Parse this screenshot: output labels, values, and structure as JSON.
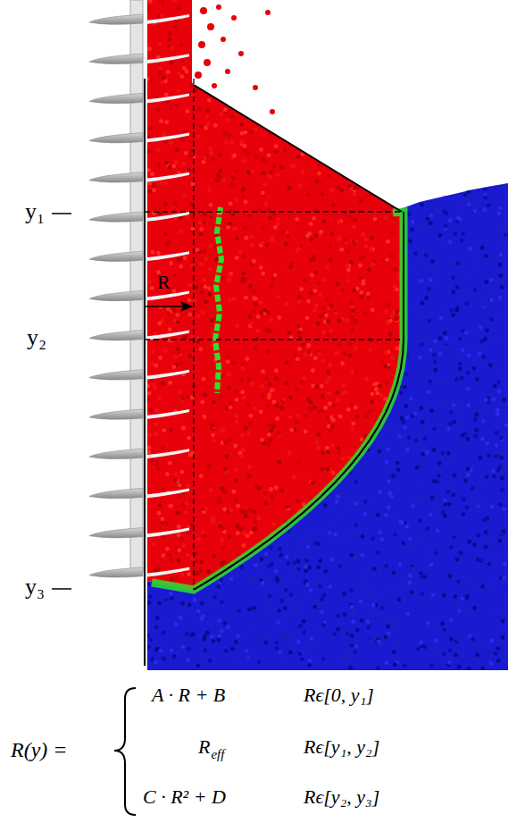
{
  "diagram": {
    "labels": [
      "y₁",
      "R",
      "y₂",
      "y₃",
      "R(y) =",
      "A · R + B",
      "Rϵ[0, y₁]",
      "R",
      "eff",
      "Rϵ[y₁, y₂]",
      "C · R² + D",
      "Rϵ[y₂, y₃]"
    ]
  }
}
